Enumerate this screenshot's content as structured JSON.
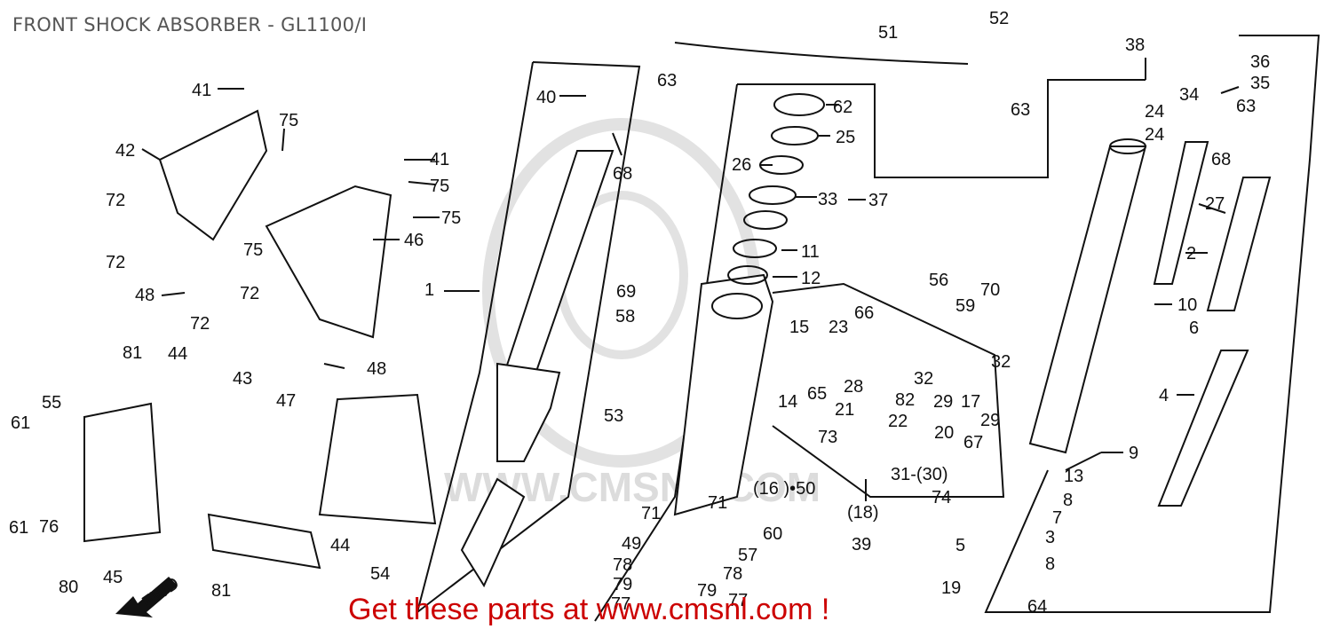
{
  "header": {
    "title": "FRONT SHOCK ABSORBER - GL1100/I"
  },
  "footer": {
    "promo_text": "Get these parts at www.cmsnl.com !"
  },
  "watermark": {
    "text": "WWW.CMSNL.COM"
  },
  "direction_marker": {
    "text": "FWD"
  },
  "callouts": [
    "1",
    "2",
    "3",
    "4",
    "5",
    "6",
    "7",
    "8",
    "8",
    "9",
    "10",
    "11",
    "12",
    "13",
    "14",
    "15",
    "(16 )•50",
    "17",
    "(18)",
    "19",
    "20",
    "21",
    "22",
    "23",
    "24",
    "24",
    "25",
    "26",
    "27",
    "28",
    "29",
    "29",
    "31-(30)",
    "32",
    "32",
    "33",
    "34",
    "35",
    "36",
    "37",
    "38",
    "39",
    "40",
    "41",
    "41",
    "42",
    "43",
    "44",
    "44",
    "45",
    "46",
    "47",
    "48",
    "48",
    "49",
    "51",
    "52",
    "53",
    "54",
    "55",
    "56",
    "57",
    "58",
    "59",
    "60",
    "61",
    "61",
    "62",
    "63",
    "63",
    "63",
    "64",
    "65",
    "66",
    "67",
    "68",
    "68",
    "69",
    "70",
    "71",
    "71",
    "72",
    "72",
    "72",
    "72",
    "73",
    "74",
    "75",
    "75",
    "75",
    "75",
    "76",
    "77",
    "77",
    "78",
    "78",
    "79",
    "79",
    "80",
    "81",
    "81",
    "82"
  ],
  "colors": {
    "line": "#111111",
    "title": "#555555",
    "promo": "#cc0000",
    "watermark": "#dcdcdc"
  }
}
